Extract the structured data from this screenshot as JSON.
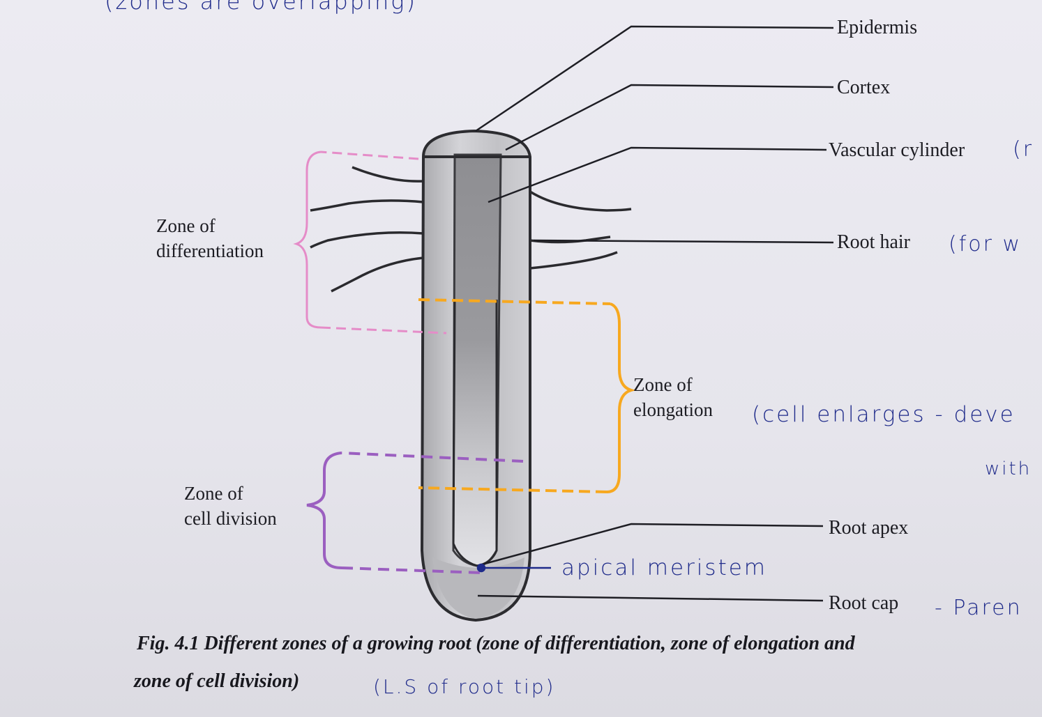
{
  "top_note": "(zones are overlapping)",
  "labels": {
    "epidermis": "Epidermis",
    "cortex": "Cortex",
    "vascular_cylinder": "Vascular cylinder",
    "root_hair": "Root hair",
    "root_apex": "Root apex",
    "root_cap": "Root cap"
  },
  "zones": {
    "differentiation": [
      "Zone of",
      "differentiation"
    ],
    "elongation": [
      "Zone of",
      "elongation"
    ],
    "cell_division": [
      "Zone of",
      "cell division"
    ]
  },
  "handwritten": {
    "vascular_note": "(r",
    "root_hair_note": "(for w",
    "elongation_note": "(cell enlarges - deve",
    "elongation_note2": "with",
    "apical_meristem": "apical meristem",
    "root_cap_note": "- Paren"
  },
  "caption": {
    "line1": "Fig. 4.1  Different zones of a growing  root (zone of differentiation, zone of elongation and",
    "line2": "zone of cell division)",
    "note": "(L.S of root tip)"
  },
  "colors": {
    "differentiation_bracket": "#e58cc8",
    "elongation_bracket": "#f7a81f",
    "division_bracket": "#9b5fc0",
    "handwriting": "#1e2a8a"
  }
}
